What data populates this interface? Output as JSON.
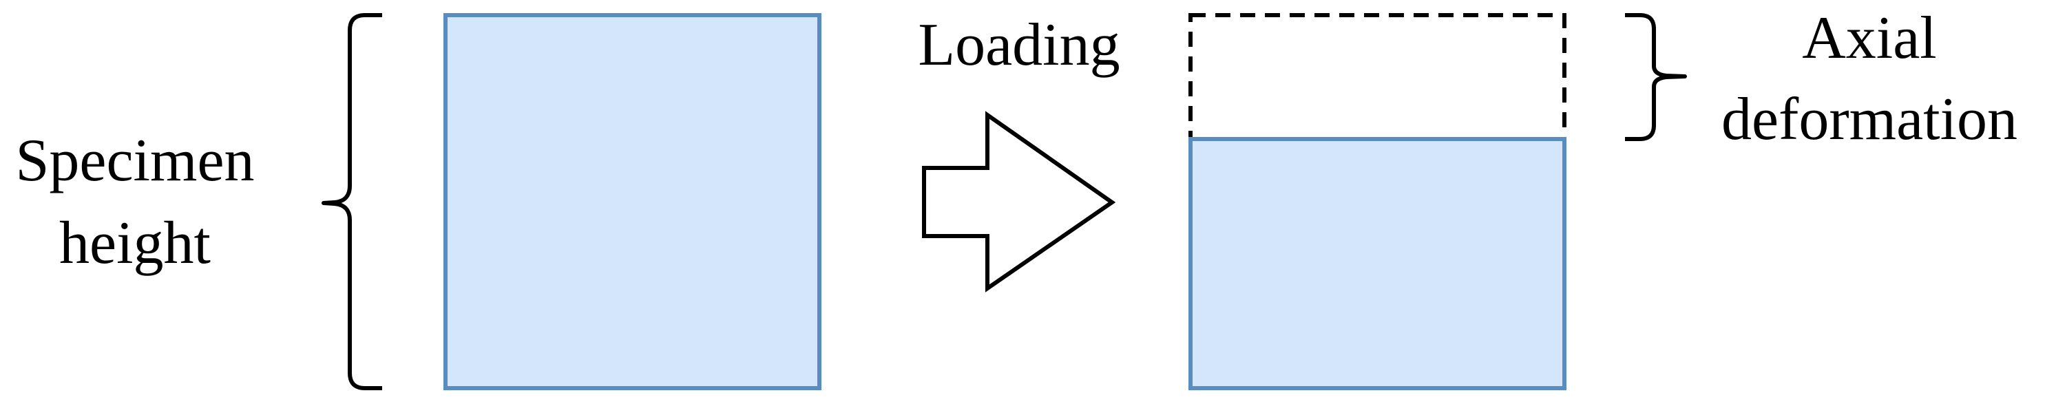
{
  "labels": {
    "specimen_height_line1": "Specimen",
    "specimen_height_line2": "height",
    "loading": "Loading",
    "axial_deformation_line1": "Axial",
    "axial_deformation_line2": "deformation"
  },
  "colors": {
    "specimen_fill": "#D4E6FB",
    "specimen_stroke": "#5A8DBF",
    "outline": "#000000",
    "background": "#FFFFFF"
  },
  "shapes": {
    "original_specimen": "solid filled rectangle",
    "loading_arrow": "hollow right-pointing block arrow",
    "original_outline": "dashed rectangle",
    "deformed_specimen": "solid filled rectangle",
    "specimen_height_brace": "left curly brace",
    "deformation_brace": "right curly brace"
  }
}
